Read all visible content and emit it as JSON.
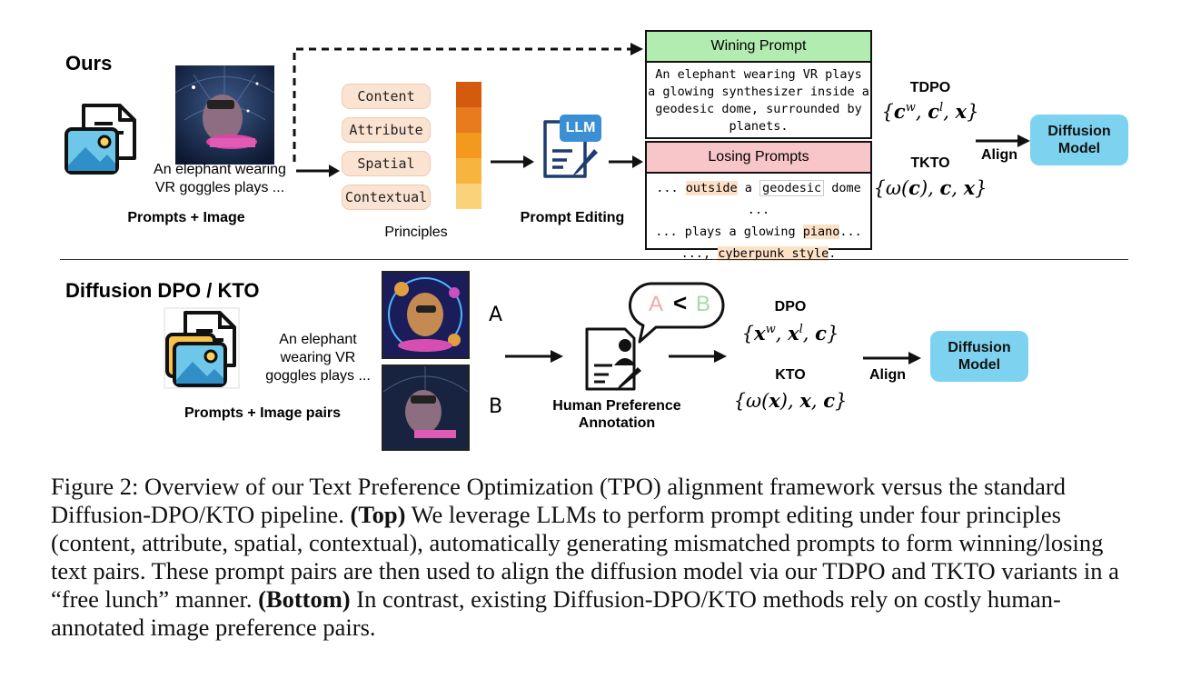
{
  "top": {
    "title": "Ours",
    "prompt_text": [
      "An elephant wearing",
      "VR goggles plays ..."
    ],
    "prompts_label": "Prompts + Image",
    "principles": [
      "Content",
      "Attribute",
      "Spatial",
      "Contextual"
    ],
    "principles_label": "Principles",
    "llm_label": "LLM",
    "prompt_editing_label": "Prompt Editing",
    "winning_head": "Wining Prompt",
    "winning_body": [
      "An elephant wearing VR plays",
      "a glowing synthesizer inside a",
      "geodesic dome, surrounded by",
      "planets."
    ],
    "losing_head": "Losing Prompts",
    "losing_lines": [
      [
        "... ",
        "outside",
        " a ",
        "geodesic",
        " dome ..."
      ],
      [
        "... plays a glowing ",
        "piano",
        "..."
      ],
      [
        "..., ",
        "cyberpunk style",
        "."
      ]
    ],
    "tdpo_label": "TDPO",
    "tdpo_math": "{c^w, c^l, x}",
    "tkto_label": "TKTO",
    "tkto_math": "{ω(c), c, x}",
    "align_label": "Align",
    "diffusion_label": [
      "Diffusion",
      "Model"
    ]
  },
  "bottom": {
    "title": "Diffusion DPO / KTO",
    "prompt_text": [
      "An elephant",
      "wearing VR",
      "goggles plays ..."
    ],
    "prompts_label": "Prompts + Image pairs",
    "option_a": "A",
    "option_b": "B",
    "bubble_a": "A",
    "bubble_lt": "<",
    "bubble_b": "B",
    "annotation_label": [
      "Human Preference",
      "Annotation"
    ],
    "dpo_label": "DPO",
    "dpo_math": "{x^w, x^l, c}",
    "kto_label": "KTO",
    "kto_math": "{ω(x), x, c}",
    "align_label": "Align",
    "diffusion_label": [
      "Diffusion",
      "Model"
    ]
  },
  "caption": {
    "prefix": "Figure 2: Overview of our Text Preference Optimization (TPO) alignment framework versus the standard Diffusion-DPO/KTO pipeline. ",
    "top_bold": "(Top)",
    "middle": " We leverage LLMs to perform prompt editing under four principles (content, attribute, spatial, contextual), automatically generating mismatched prompts to form winning/losing text pairs. These prompt pairs are then used to align the diffusion model via our TDPO and TKTO variants in a “free lunch” manner. ",
    "bottom_bold": "(Bottom)",
    "suffix": " In contrast, existing Diffusion-DPO/KTO methods rely on costly human-annotated image preference pairs."
  },
  "colors": {
    "winning_head_bg": "#b3ecb0",
    "losing_head_bg": "#f8c6c8",
    "pill_bg": "#fbe3d2",
    "diffusion_bg": "#7dd3ef",
    "gradient": [
      "#d45a0e",
      "#e77b1e",
      "#f39a1e",
      "#f7b540",
      "#fad27a"
    ]
  }
}
